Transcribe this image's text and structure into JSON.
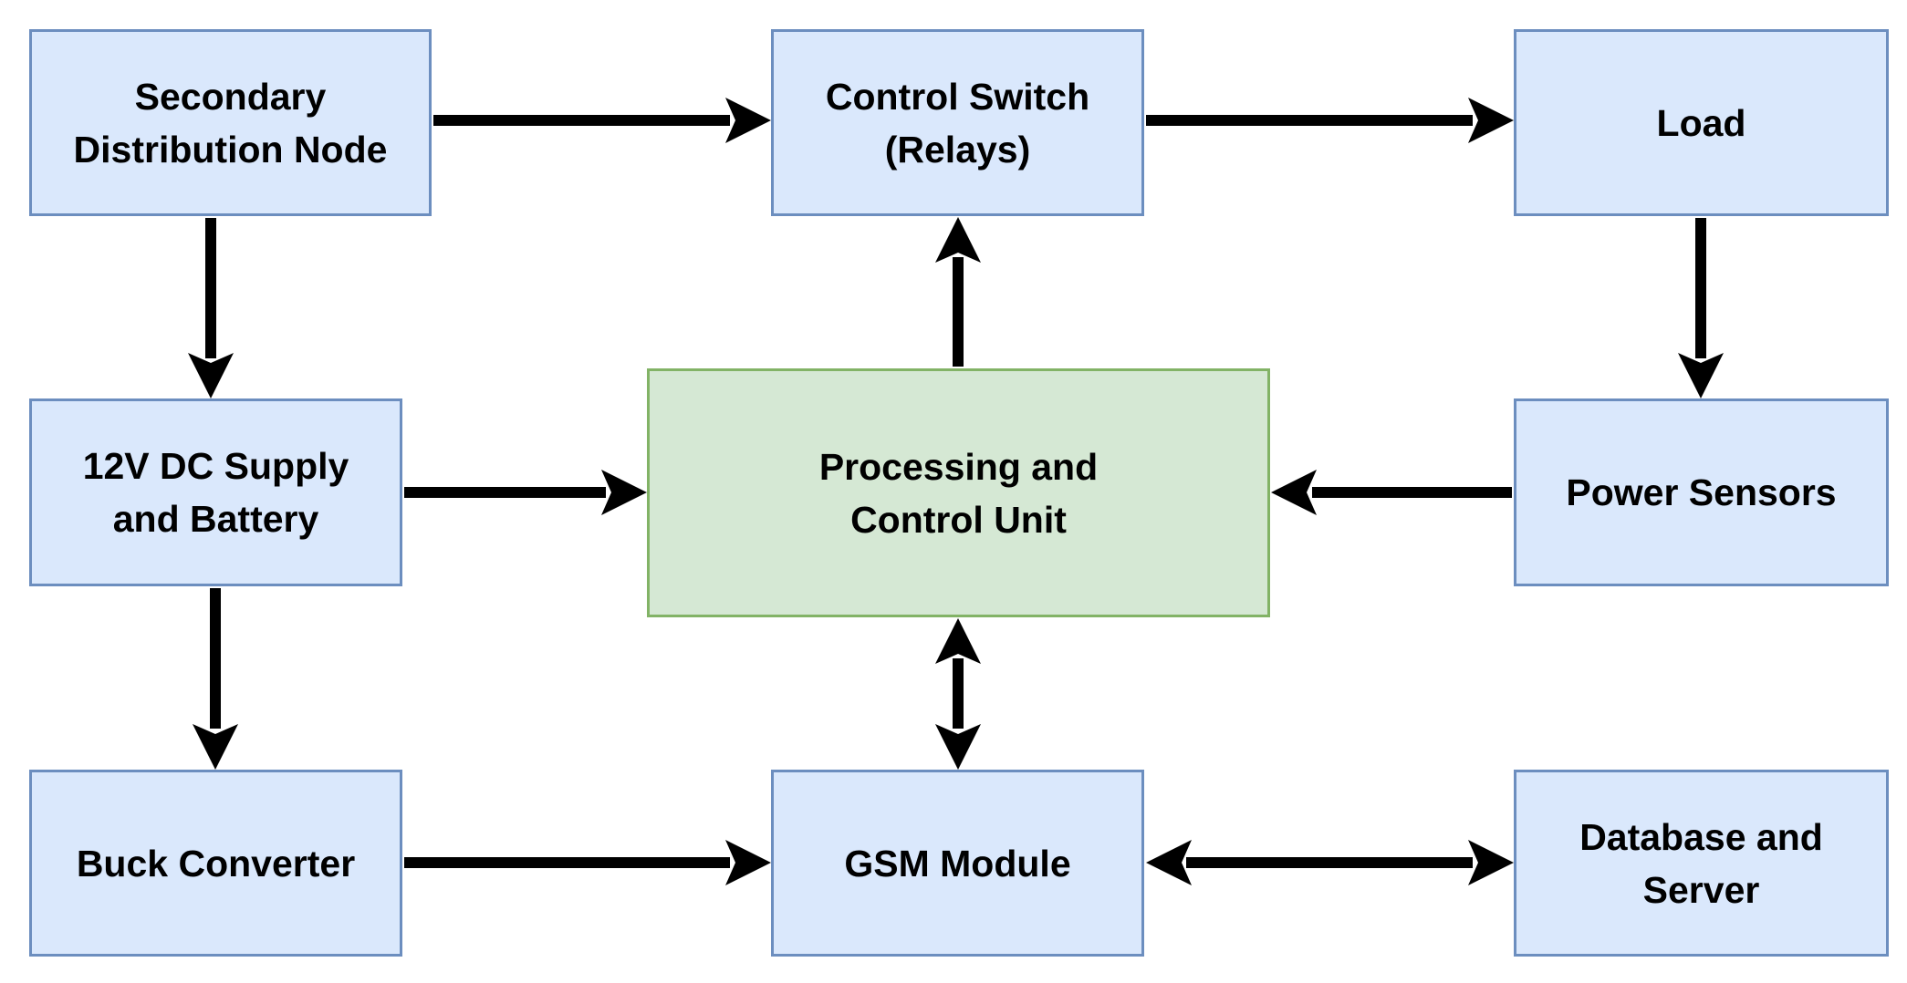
{
  "diagram": {
    "type": "block-diagram",
    "colors": {
      "blue_fill": "#dae8fc",
      "blue_border": "#6c8ebf",
      "green_fill": "#d5e8d4",
      "green_border": "#82b366",
      "arrow": "#000000"
    },
    "nodes": {
      "secondary_distribution_node": "Secondary\nDistribution Node",
      "control_switch": "Control Switch\n(Relays)",
      "load": "Load",
      "dc_supply_battery": "12V DC Supply\nand Battery",
      "processing_control_unit": "Processing and\nControl Unit",
      "power_sensors": "Power Sensors",
      "buck_converter": "Buck Converter",
      "gsm_module": "GSM Module",
      "database_server": "Database and\nServer"
    },
    "edges": [
      {
        "from": "secondary_distribution_node",
        "to": "control_switch",
        "direction": "one-way"
      },
      {
        "from": "control_switch",
        "to": "load",
        "direction": "one-way"
      },
      {
        "from": "secondary_distribution_node",
        "to": "dc_supply_battery",
        "direction": "one-way"
      },
      {
        "from": "load",
        "to": "power_sensors",
        "direction": "one-way"
      },
      {
        "from": "processing_control_unit",
        "to": "control_switch",
        "direction": "one-way"
      },
      {
        "from": "dc_supply_battery",
        "to": "processing_control_unit",
        "direction": "one-way"
      },
      {
        "from": "power_sensors",
        "to": "processing_control_unit",
        "direction": "one-way"
      },
      {
        "from": "dc_supply_battery",
        "to": "buck_converter",
        "direction": "one-way"
      },
      {
        "from": "processing_control_unit",
        "to": "gsm_module",
        "direction": "two-way"
      },
      {
        "from": "buck_converter",
        "to": "gsm_module",
        "direction": "one-way"
      },
      {
        "from": "gsm_module",
        "to": "database_server",
        "direction": "two-way"
      }
    ]
  }
}
